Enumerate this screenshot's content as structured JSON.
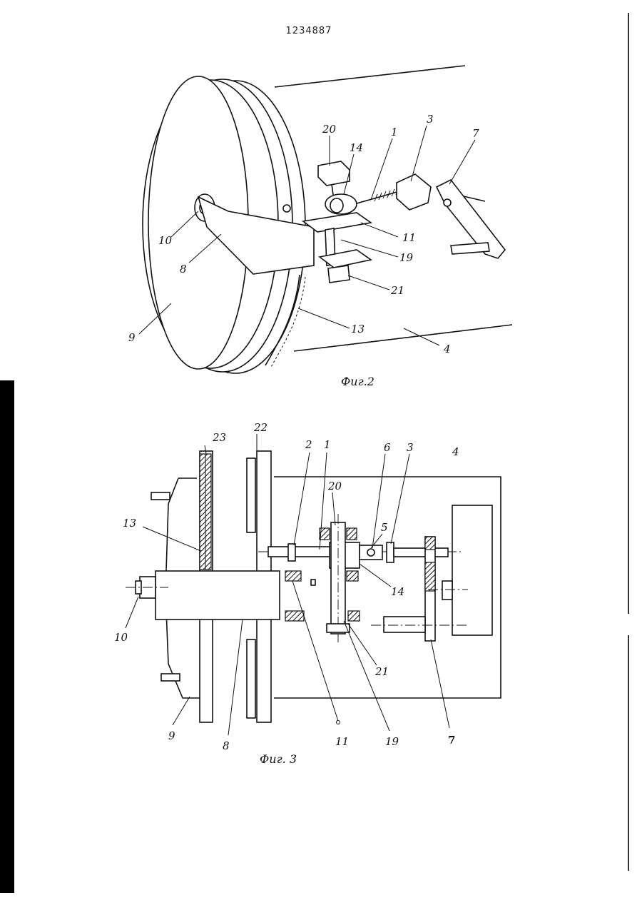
{
  "header": {
    "patent_number": "1234887"
  },
  "figure2": {
    "caption": "Фиг.2",
    "callouts": [
      "20",
      "14",
      "1",
      "3",
      "7",
      "10",
      "8",
      "11",
      "19",
      "21",
      "9",
      "13",
      "4"
    ]
  },
  "figure3": {
    "caption": "Фиг. 3",
    "callouts": [
      "23",
      "22",
      "2",
      "1",
      "6",
      "3",
      "4",
      "20",
      "5",
      "13",
      "14",
      "10",
      "21",
      "9",
      "8",
      "11",
      "19",
      "7"
    ]
  }
}
